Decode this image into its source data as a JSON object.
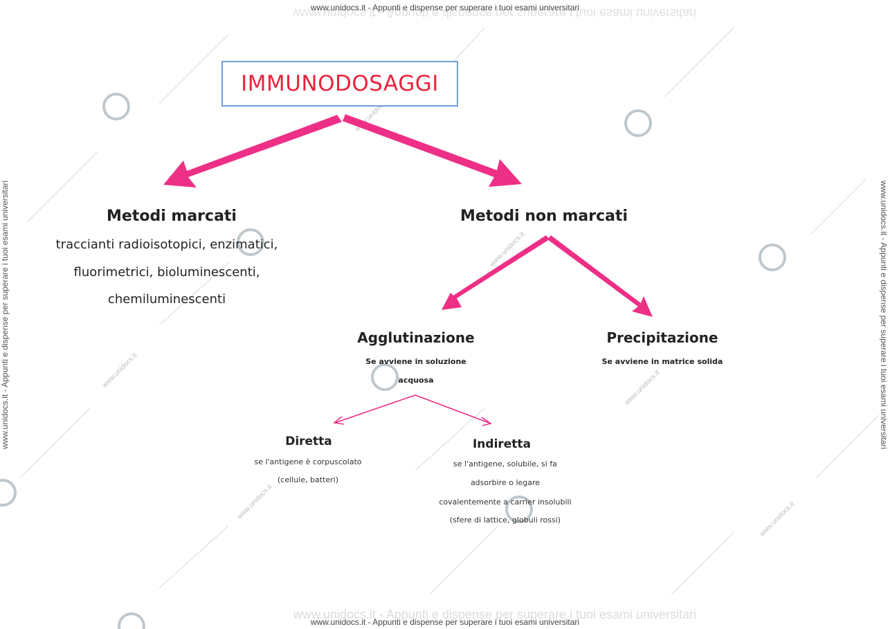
{
  "watermark": {
    "text": "www.unidocs.it - Appunti e dispense per superare i tuoi esami universitari",
    "ghost_text": "www.unidocs.it - Appunti e dispense per superare i tuoi esami universitari",
    "small": "www.unidocs.it"
  },
  "diagram": {
    "root": {
      "label": "IMMUNODOSAGGI"
    },
    "marcati": {
      "title": "Metodi marcati",
      "lines": [
        "traccianti radioisotopici, enzimatici,",
        "fluorimetrici, bioluminescenti,",
        "chemiluminescenti"
      ]
    },
    "non_marcati": {
      "title": "Metodi non marcati"
    },
    "agglutinazione": {
      "title": "Agglutinazione",
      "lines": [
        "Se avviene in soluzione",
        "acquosa"
      ]
    },
    "precipitazione": {
      "title": "Precipitazione",
      "lines": [
        "Se avviene in matrice solida"
      ]
    },
    "diretta": {
      "title": "Diretta",
      "lines": [
        "se l'antigene è corpuscolato",
        "(cellule, batteri)"
      ]
    },
    "indiretta": {
      "title": "Indiretta",
      "lines": [
        "se l'antigene, solubile, si fa",
        "adsorbire o legare",
        "covalentemente a carrier insolubili",
        "(sfere di lattice, globuli rossi)"
      ]
    }
  },
  "colors": {
    "arrow": "#ee2f86",
    "title_text": "#e8243c",
    "title_border": "#6f9fd8",
    "watermark": "#c9ced3"
  }
}
